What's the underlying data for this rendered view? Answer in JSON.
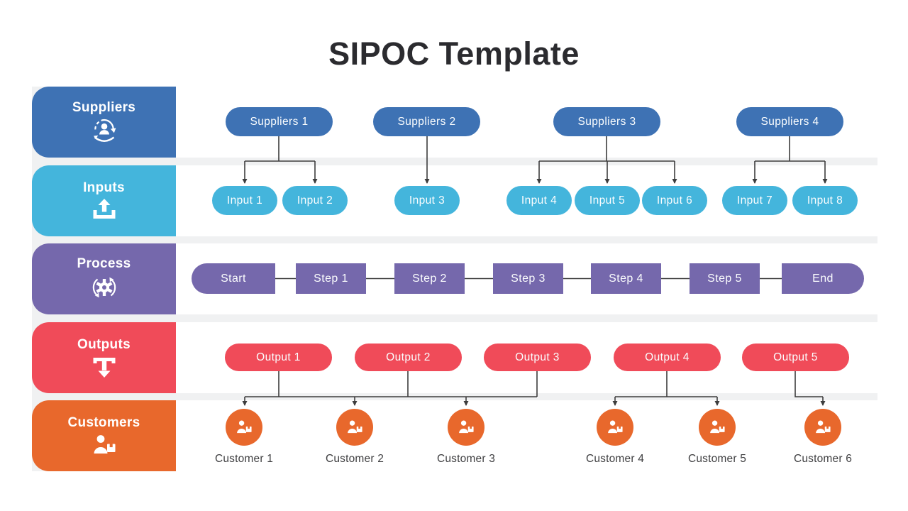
{
  "title": "SIPOC Template",
  "colors": {
    "blue": "#3e72b4",
    "cyan": "#44b5dc",
    "purple": "#7568ac",
    "red": "#f04b59",
    "orange": "#e8682c",
    "line": "#3d3d3d",
    "band_bg": "#ffffff",
    "gap_bg": "#f0f1f2",
    "title_text": "#2b2b2f",
    "customer_text": "#3f3f41"
  },
  "rows": {
    "suppliers": {
      "label": "Suppliers",
      "icon": "supplier-care-icon",
      "items": [
        "Suppliers 1",
        "Suppliers 2",
        "Suppliers 3",
        "Suppliers 4"
      ]
    },
    "inputs": {
      "label": "Inputs",
      "icon": "upload-tray-icon",
      "items": [
        "Input 1",
        "Input 2",
        "Input 3",
        "Input 4",
        "Input 5",
        "Input 6",
        "Input 7",
        "Input 8"
      ]
    },
    "process": {
      "label": "Process",
      "icon": "gear-sync-icon",
      "items": [
        "Start",
        "Step 1",
        "Step 2",
        "Step 3",
        "Step 4",
        "Step 5",
        "End"
      ]
    },
    "outputs": {
      "label": "Outputs",
      "icon": "download-tray-icon",
      "items": [
        "Output 1",
        "Output 2",
        "Output 3",
        "Output 4",
        "Output 5"
      ]
    },
    "customers": {
      "label": "Customers",
      "icon": "customer-package-icon",
      "items": [
        "Customer 1",
        "Customer 2",
        "Customer 3",
        "Customer 4",
        "Customer 5",
        "Customer 6"
      ]
    }
  }
}
